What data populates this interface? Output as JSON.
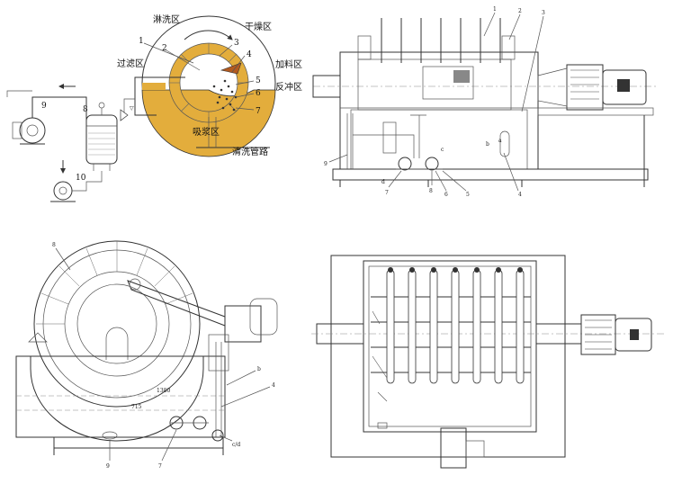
{
  "schematic": {
    "zones": {
      "wash": "淋洗区",
      "dry": "干燥区",
      "filter": "过滤区",
      "feed": "加料区",
      "backflush": "反冲区",
      "suction": "吸浆区",
      "clean_pipe": "清洗管路"
    },
    "callouts": {
      "n1": "1",
      "n2": "2",
      "n3": "3",
      "n4": "4",
      "n5": "5",
      "n6": "6",
      "n7": "7",
      "n8": "8",
      "n9": "9",
      "n10": "10"
    }
  },
  "front_view": {
    "callouts": {
      "n1": "1",
      "n2": "2",
      "n3": "3",
      "n4": "4",
      "n5": "5",
      "n6": "6",
      "n7": "7",
      "n8": "8",
      "n9": "9",
      "a": "a",
      "b": "b",
      "c": "c",
      "d": "d"
    }
  },
  "side_view": {
    "callouts": {
      "n8": "8",
      "n4": "4",
      "b": "b",
      "cd": "c/d",
      "n9": "9",
      "n7": "7",
      "dim1": "1380",
      "dim2": "715"
    }
  },
  "top_view": {}
}
